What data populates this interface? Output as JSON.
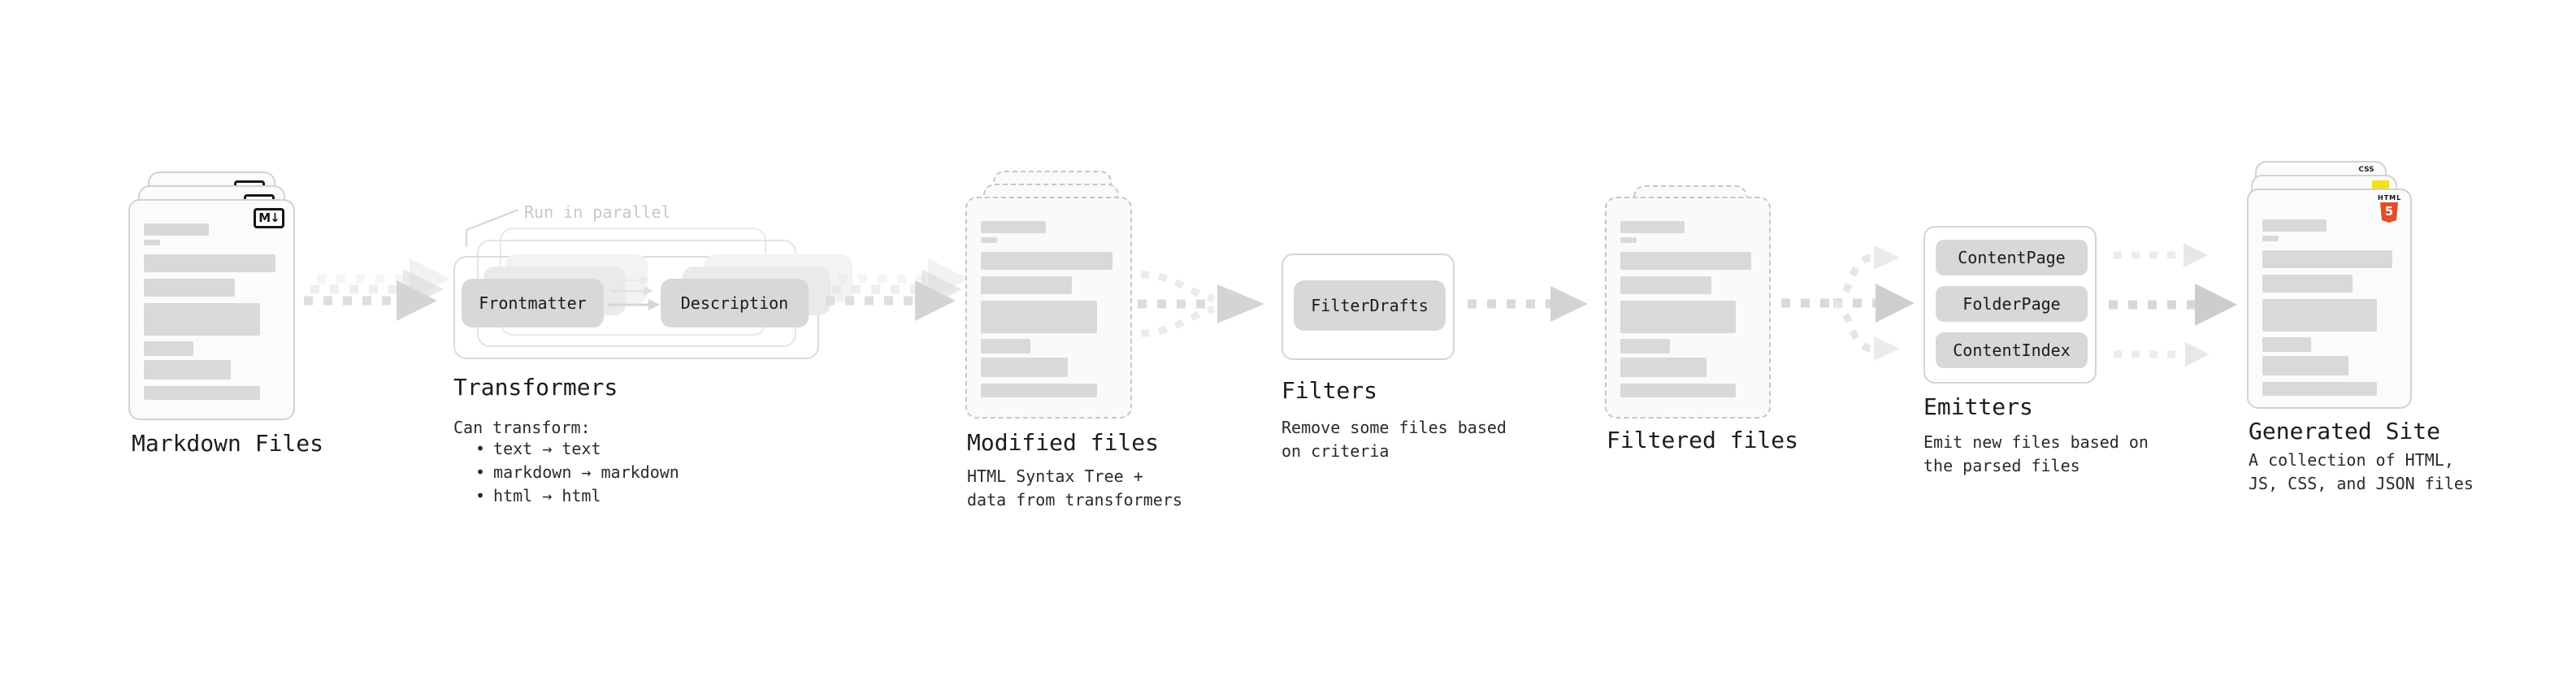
{
  "glyphs": {
    "bullet": "•",
    "markdown_badge": "M↓",
    "html_badge_word": "HTML",
    "html_badge_number": "5",
    "css_badge": "CSS"
  },
  "colors": {
    "html5_orange": "#e44d26",
    "js_yellow": "#f7df1e",
    "css_blue": "#2e6de0"
  },
  "stages": {
    "markdown": {
      "label": "Markdown Files"
    },
    "transformers": {
      "label": "Transformers",
      "note": "Run in parallel",
      "pill_source": "Frontmatter",
      "pill_target": "Description",
      "desc_title": "Can transform:",
      "bullets": [
        "text → text",
        "markdown → markdown",
        "html → html"
      ]
    },
    "modified": {
      "label": "Modified files",
      "desc": [
        "HTML Syntax Tree +",
        "data from transformers"
      ]
    },
    "filters": {
      "label": "Filters",
      "pill": "FilterDrafts",
      "desc": [
        "Remove some files based",
        "on criteria"
      ]
    },
    "filtered": {
      "label": "Filtered files"
    },
    "emitters": {
      "label": "Emitters",
      "pills": [
        "ContentPage",
        "FolderPage",
        "ContentIndex"
      ],
      "desc": [
        "Emit new files based on",
        "the parsed files"
      ]
    },
    "generated": {
      "label": "Generated Site",
      "desc": [
        "A collection of HTML,",
        "JS, CSS, and JSON files"
      ]
    }
  }
}
